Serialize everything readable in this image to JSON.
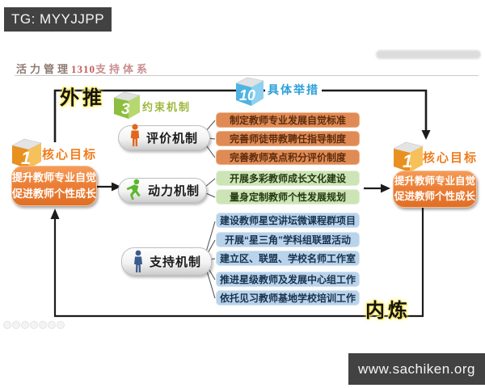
{
  "watermarks": {
    "top": "TG: MYYJJPP",
    "bottom": "www.sachiken.org"
  },
  "title": {
    "prefix": "活力管理",
    "number": "1310",
    "suffix": "支持体系"
  },
  "flow_labels": {
    "top": "外推",
    "bottom": "内炼"
  },
  "core_goal": {
    "number": "1",
    "label": "核心目标",
    "text_line1": "提升教师专业自觉",
    "text_line2": "促进教师个性成长"
  },
  "constraint_badge": {
    "number": "3",
    "label": "约束机制"
  },
  "measures_badge": {
    "number": "10",
    "label": "具体举措"
  },
  "mechanisms": [
    {
      "label": "评价机制",
      "icon": "orange-person-icon"
    },
    {
      "label": "动力机制",
      "icon": "green-runner-icon"
    },
    {
      "label": "支持机制",
      "icon": "blue-person-icon"
    }
  ],
  "items": [
    {
      "text": "制定教师专业发展自觉标准",
      "group": "orange"
    },
    {
      "text": "完善师徒带教聘任指导制度",
      "group": "orange"
    },
    {
      "text": "完善教师亮点积分评价制度",
      "group": "orange"
    },
    {
      "text": "开展多彩教师成长文化建设",
      "group": "green"
    },
    {
      "text": "量身定制教师个性发展规划",
      "group": "green"
    },
    {
      "text": "建设教师星空讲坛微课程群项目",
      "group": "blue"
    },
    {
      "text": "开展“星三角”学科组联盟活动",
      "group": "blue"
    },
    {
      "text": "建立区、联盟、学校名师工作室",
      "group": "blue"
    },
    {
      "text": "推进星级教师及发展中心组工作",
      "group": "blue"
    },
    {
      "text": "依托见习教师基地学校培训工作",
      "group": "blue"
    }
  ],
  "colors": {
    "core_orange": "#e87722",
    "item_orange": "#e08b55",
    "item_green": "#cde4b6",
    "item_blue": "#b9d3ea",
    "constraint_green": "#9cb83c",
    "measures_blue": "#2b9fd8",
    "flow_line": "#1c1c1c",
    "badge_dark": "#424242"
  }
}
